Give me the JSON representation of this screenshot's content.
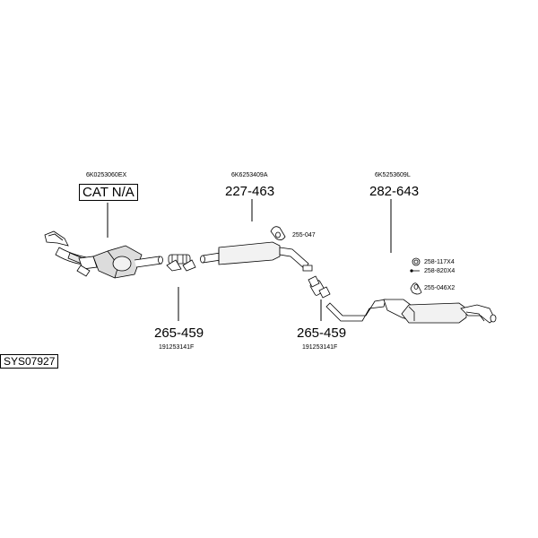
{
  "diagram_id": "SYS07927",
  "groups": [
    {
      "oe": "6K0253060EX",
      "label": "CAT N/A"
    },
    {
      "oe": "6K6253409A",
      "part": "227-463"
    },
    {
      "oe": "6K5253609L",
      "part": "282-643"
    }
  ],
  "clamps": [
    {
      "part": "265-459",
      "oe": "191253141F"
    },
    {
      "part": "265-459",
      "oe": "191253141F"
    }
  ],
  "fittings": {
    "mount_mid": "255-047",
    "ring_rear": "258-117X4",
    "bolt_rear": "258-820X4",
    "mount_rear": "255-046X2"
  },
  "colors": {
    "line": "#000000",
    "pipe_fill": "#ffffff",
    "cat_fill": "#d9d9d9"
  }
}
